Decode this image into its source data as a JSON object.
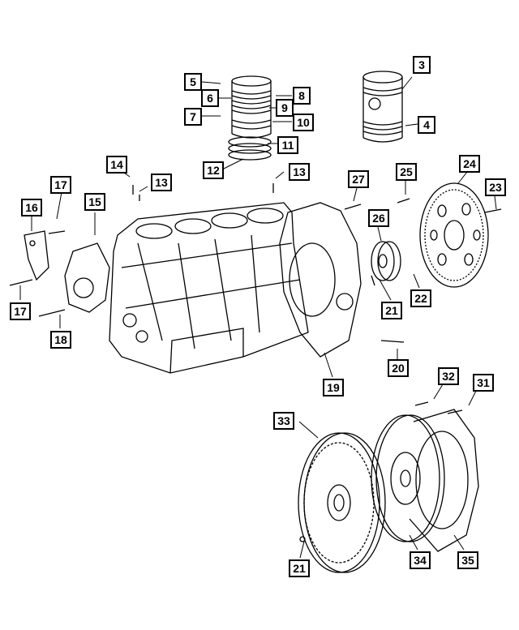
{
  "callouts": {
    "c3": "3",
    "c4": "4",
    "c5": "5",
    "c6": "6",
    "c7": "7",
    "c8": "8",
    "c9": "9",
    "c10": "10",
    "c11": "11",
    "c12": "12",
    "c13a": "13",
    "c13b": "13",
    "c14": "14",
    "c15": "15",
    "c16": "16",
    "c17a": "17",
    "c17b": "17",
    "c18": "18",
    "c19": "19",
    "c20": "20",
    "c21a": "21",
    "c21b": "21",
    "c22": "22",
    "c23": "23",
    "c24": "24",
    "c25": "25",
    "c26": "26",
    "c27": "27",
    "c31": "31",
    "c32": "32",
    "c33": "33",
    "c34": "34",
    "c35": "35"
  }
}
